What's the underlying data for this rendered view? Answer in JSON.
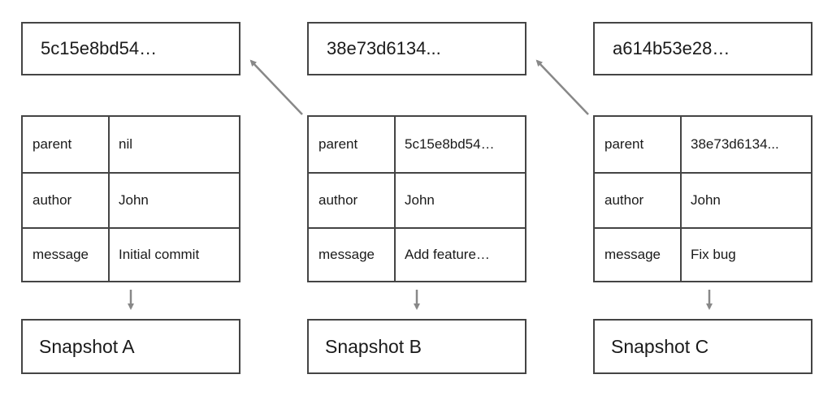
{
  "commits": [
    {
      "hash": "5c15e8bd54…",
      "parent_label": "parent",
      "parent": "nil",
      "author_label": "author",
      "author": "John",
      "message_label": "message",
      "message": "Initial commit",
      "snapshot": "Snapshot A"
    },
    {
      "hash": "38e73d6134...",
      "parent_label": "parent",
      "parent": "5c15e8bd54…",
      "author_label": "author",
      "author": "John",
      "message_label": "message",
      "message": "Add feature…",
      "snapshot": "Snapshot B"
    },
    {
      "hash": "a614b53e28…",
      "parent_label": "parent",
      "parent": "38e73d6134...",
      "author_label": "author",
      "author": "John",
      "message_label": "message",
      "message": "Fix bug",
      "snapshot": "Snapshot C"
    }
  ],
  "colors": {
    "border": "#444444",
    "arrow": "#888888",
    "text": "#1a1a1a"
  }
}
